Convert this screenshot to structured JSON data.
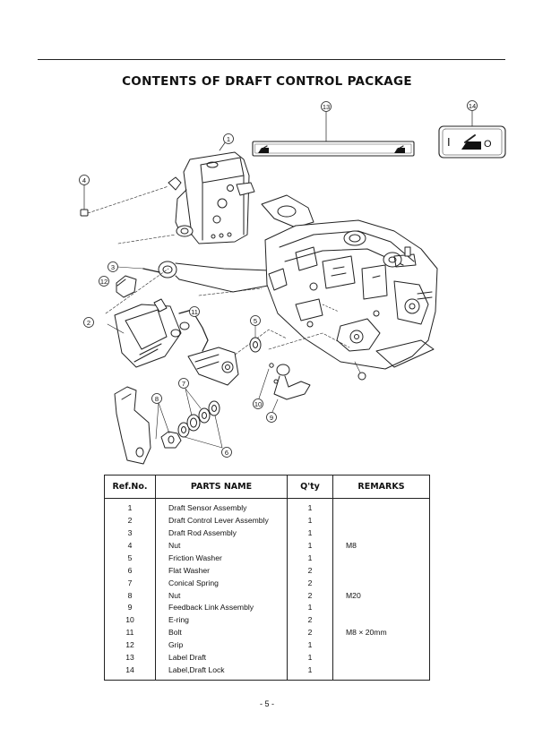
{
  "title": "CONTENTS OF DRAFT CONTROL PACKAGE",
  "callouts": [
    "1",
    "2",
    "3",
    "4",
    "5",
    "6",
    "7",
    "8",
    "9",
    "10",
    "11",
    "12",
    "13",
    "14"
  ],
  "label_draft_lock": {
    "left_symbol": "I",
    "right_symbol": "O"
  },
  "table": {
    "headers": {
      "ref": "Ref.No.",
      "name": "PARTS NAME",
      "qty": "Q'ty",
      "remarks": "REMARKS"
    },
    "rows": [
      {
        "ref": "1",
        "name": "Draft Sensor Assembly",
        "qty": "1",
        "remarks": ""
      },
      {
        "ref": "2",
        "name": "Draft Control Lever Assembly",
        "qty": "1",
        "remarks": ""
      },
      {
        "ref": "3",
        "name": "Draft Rod Assembly",
        "qty": "1",
        "remarks": ""
      },
      {
        "ref": "4",
        "name": "Nut",
        "qty": "1",
        "remarks": "M8"
      },
      {
        "ref": "5",
        "name": "Friction Washer",
        "qty": "1",
        "remarks": ""
      },
      {
        "ref": "6",
        "name": "Flat Washer",
        "qty": "2",
        "remarks": ""
      },
      {
        "ref": "7",
        "name": "Conical Spring",
        "qty": "2",
        "remarks": ""
      },
      {
        "ref": "8",
        "name": "Nut",
        "qty": "2",
        "remarks": "M20"
      },
      {
        "ref": "9",
        "name": "Feedback Link Assembly",
        "qty": "1",
        "remarks": ""
      },
      {
        "ref": "10",
        "name": "E-ring",
        "qty": "2",
        "remarks": ""
      },
      {
        "ref": "11",
        "name": "Bolt",
        "qty": "2",
        "remarks": "M8 × 20mm"
      },
      {
        "ref": "12",
        "name": "Grip",
        "qty": "1",
        "remarks": ""
      },
      {
        "ref": "13",
        "name": "Label Draft",
        "qty": "1",
        "remarks": ""
      },
      {
        "ref": "14",
        "name": "Label,Draft Lock",
        "qty": "1",
        "remarks": ""
      }
    ]
  },
  "page_number": "- 5 -"
}
